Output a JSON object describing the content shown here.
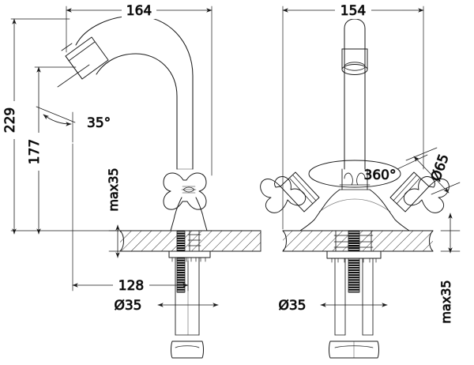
{
  "drawing": {
    "title": "Two-handle basin mixer tap technical drawing",
    "units": "mm",
    "line_color": "#1a1a1a",
    "hatch_color": "#1a1a1a",
    "thread_color": "#000000",
    "background": "#ffffff",
    "views": [
      {
        "id": "side-view",
        "name": "Side elevation",
        "position": "left"
      },
      {
        "id": "front-view",
        "name": "Front elevation",
        "position": "right"
      }
    ]
  },
  "side_view": {
    "dimensions": {
      "overall_width": "164",
      "overall_height": "229",
      "spout_height": "177",
      "spout_reach": "128",
      "deck_thickness": "max35",
      "shank_diameter": "Ø35",
      "aerator_angle": "35°"
    }
  },
  "front_view": {
    "dimensions": {
      "overall_width": "154",
      "handle_span": "Ø65",
      "swivel": "360°",
      "deck_thickness": "max35",
      "shank_diameter": "Ø35"
    }
  },
  "labels": [
    {
      "id": "dim-164",
      "text": "164",
      "view": "side-view"
    },
    {
      "id": "dim-229",
      "text": "229",
      "view": "side-view"
    },
    {
      "id": "dim-177",
      "text": "177",
      "view": "side-view"
    },
    {
      "id": "dim-35deg",
      "text": "35°",
      "view": "side-view"
    },
    {
      "id": "dim-max35-l",
      "text": "max35",
      "view": "side-view"
    },
    {
      "id": "dim-128",
      "text": "128",
      "view": "side-view"
    },
    {
      "id": "dim-d35-l",
      "text": "Ø35",
      "view": "side-view"
    },
    {
      "id": "dim-154",
      "text": "154",
      "view": "front-view"
    },
    {
      "id": "dim-360deg",
      "text": "360°",
      "view": "front-view"
    },
    {
      "id": "dim-d65",
      "text": "Ø65",
      "view": "front-view"
    },
    {
      "id": "dim-d35-r",
      "text": "Ø35",
      "view": "front-view"
    },
    {
      "id": "dim-max35-r",
      "text": "max35",
      "view": "front-view"
    }
  ]
}
